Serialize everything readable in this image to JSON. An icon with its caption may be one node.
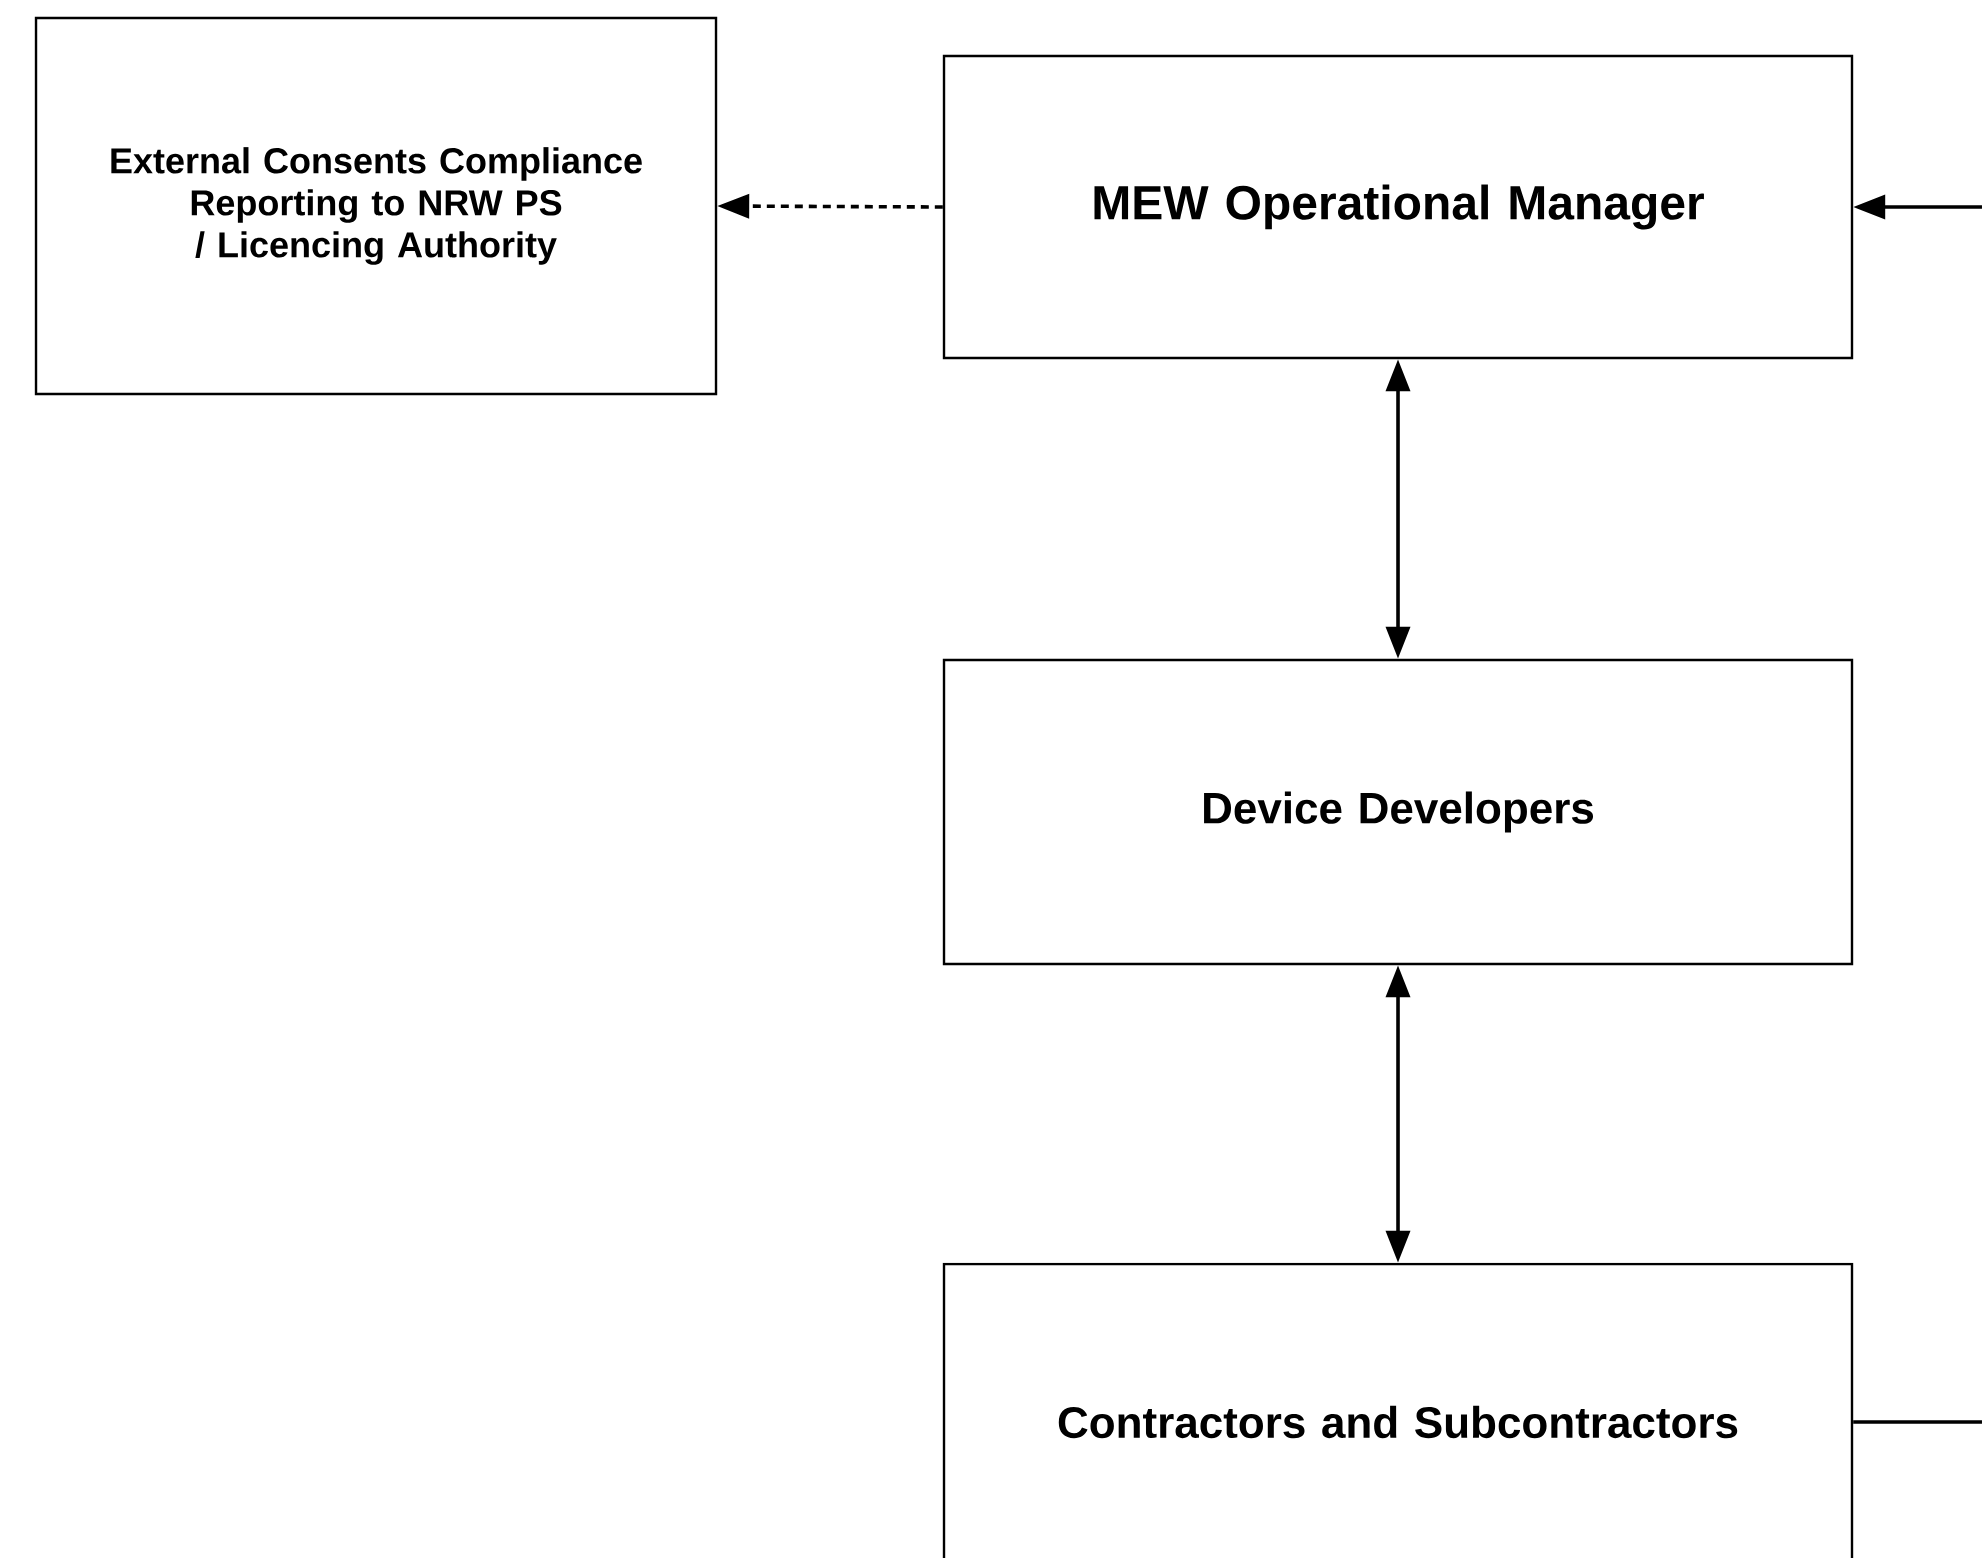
{
  "diagram": {
    "nodes": [
      {
        "text": [
          "External Consents Compliance Reporting to NRW PS / Licencing Authority"
        ]
      },
      {
        "text": [
          "MEW Operational Manager"
        ]
      },
      {
        "text": [
          "Device Developers"
        ]
      },
      {
        "text": [
          "Contractors and Subcontractors"
        ]
      }
    ],
    "edges": [
      {
        "from": 1,
        "to": 0,
        "arrow": "to",
        "style": "dashed"
      },
      {
        "from": 1,
        "to": 2,
        "arrow": "both"
      },
      {
        "from": 2,
        "to": 3,
        "arrow": "both"
      },
      {
        "from": 3,
        "to": 1,
        "arrow": "to"
      }
    ]
  }
}
